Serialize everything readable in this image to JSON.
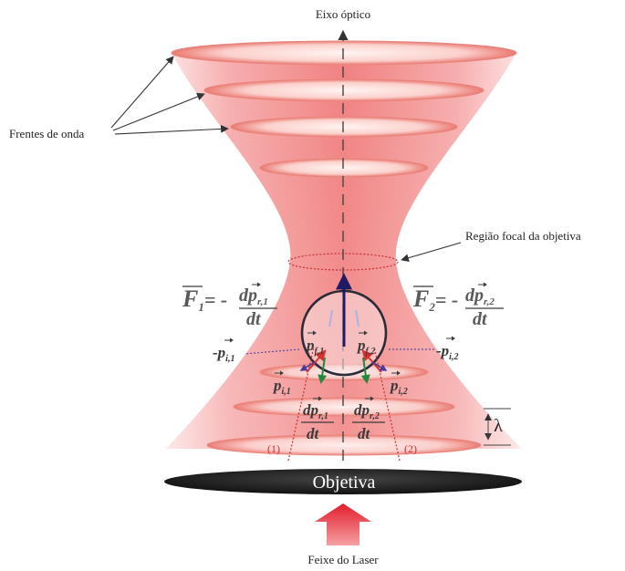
{
  "labels": {
    "optical_axis": "Eixo óptico",
    "wavefronts": "Frentes de onda",
    "focal_region": "Região focal da objetiva",
    "objective": "Objetiva",
    "laser_beam": "Feixe do Laser",
    "lambda": "λ",
    "ray1": "(1)",
    "ray2": "(2)"
  },
  "equations": {
    "f1": {
      "lhs": "F",
      "lhs_sub": "1",
      "rhs_prefix": "= -",
      "num": "dp",
      "num_sub": "r,1",
      "den": "dt"
    },
    "f2": {
      "lhs": "F",
      "lhs_sub": "2",
      "rhs_prefix": "= -",
      "num": "dp",
      "num_sub": "r,2",
      "den": "dt"
    }
  },
  "momenta": {
    "p_i1": {
      "sym": "p",
      "sub": "i,1"
    },
    "p_i2": {
      "sym": "p",
      "sub": "i,2"
    },
    "neg_p_i1": {
      "sym": "-p",
      "sub": "i,1"
    },
    "neg_p_i2": {
      "sym": "-p",
      "sub": "i,2"
    },
    "p_f1": {
      "sym": "p",
      "sub": "f,1"
    },
    "p_f2": {
      "sym": "p",
      "sub": "f,2"
    },
    "dp_r1": {
      "num": "dp",
      "num_sub": "r,1",
      "den": "dt"
    },
    "dp_r2": {
      "num": "dp",
      "num_sub": "r,2",
      "den": "dt"
    }
  },
  "colors": {
    "beam": "#f07a7a",
    "beam_light": "#fbd9d9",
    "wavefront_rim": "#e26a64",
    "objective": "#1e1e1e",
    "laser_arrow": "#e3323c",
    "force_arrow": "#1f1a66",
    "green_arrow": "#1e8a3a",
    "red_arrow": "#d8322e"
  }
}
